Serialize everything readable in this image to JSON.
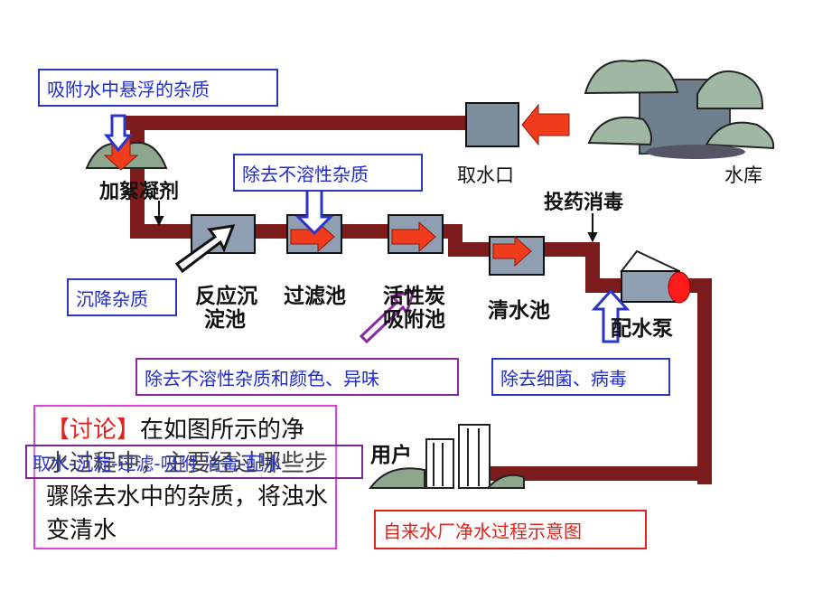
{
  "labels": {
    "reservoir": "水库",
    "intake": "取水口",
    "coagulant": "加絮凝剂",
    "disinfect": "投药消毒",
    "sedimentation": [
      "反应沉",
      "淀池"
    ],
    "filter": "过滤池",
    "carbon": [
      "活性炭",
      "吸附池"
    ],
    "clear_pool": "清水池",
    "pump": "配水泵",
    "users": "用户"
  },
  "annotations": {
    "adsorb": "吸附水中悬浮的杂质",
    "remove_insoluble": "除去不溶性杂质",
    "settle": "沉降杂质",
    "remove_color": "除去不溶性杂质和颜色、异味",
    "remove_bacteria": "除去细菌、病毒",
    "title": "自来水厂净水过程示意图"
  },
  "discussion": {
    "tag": "【讨论】",
    "text": "在如图所示的净水过程中，主要经过哪些步骤除去水中的杂质，将浊水变清水"
  },
  "process_answer": "取水-沉淀-过滤-吸附-消毒-配水",
  "colors": {
    "pipe": "#7b1b1b",
    "arrow_red": "#f03c1c",
    "box_blue": "#2b35c8",
    "box_purple": "#8a2aa0",
    "box_red": "#e0241b",
    "discussion_border": "#e040e0"
  }
}
